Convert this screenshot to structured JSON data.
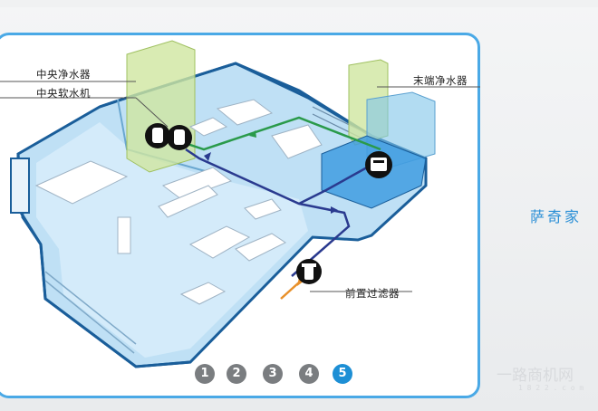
{
  "labels": {
    "central_purifier": "中央净水器",
    "central_softener": "中央软水机",
    "terminal_purifier": "末端净水器",
    "pre_filter": "前置过滤器"
  },
  "brand_text": "萨奇家",
  "watermark": {
    "main": "一路商机网",
    "sub": "1 8 2 2 . c o m"
  },
  "pager": {
    "items": [
      {
        "label": "1",
        "active": false
      },
      {
        "label": "2",
        "active": false
      },
      {
        "label": "3",
        "active": false
      },
      {
        "label": "4",
        "active": false
      },
      {
        "label": "5",
        "active": true
      }
    ]
  },
  "icons": [
    "central-purifier-icon",
    "central-softener-icon",
    "terminal-purifier-icon",
    "pre-filter-icon"
  ],
  "colors": {
    "frame_blue": "#4aa9e6",
    "floor_blue": "#bfe0f5",
    "wall_dark": "#1a5e9a",
    "pipe_navy": "#2a3a8f",
    "pipe_green": "#2a9a4a",
    "zone_green": "#cfe6a0",
    "zone_blue": "#7fc4ea",
    "brand": "#2a8fd6"
  }
}
